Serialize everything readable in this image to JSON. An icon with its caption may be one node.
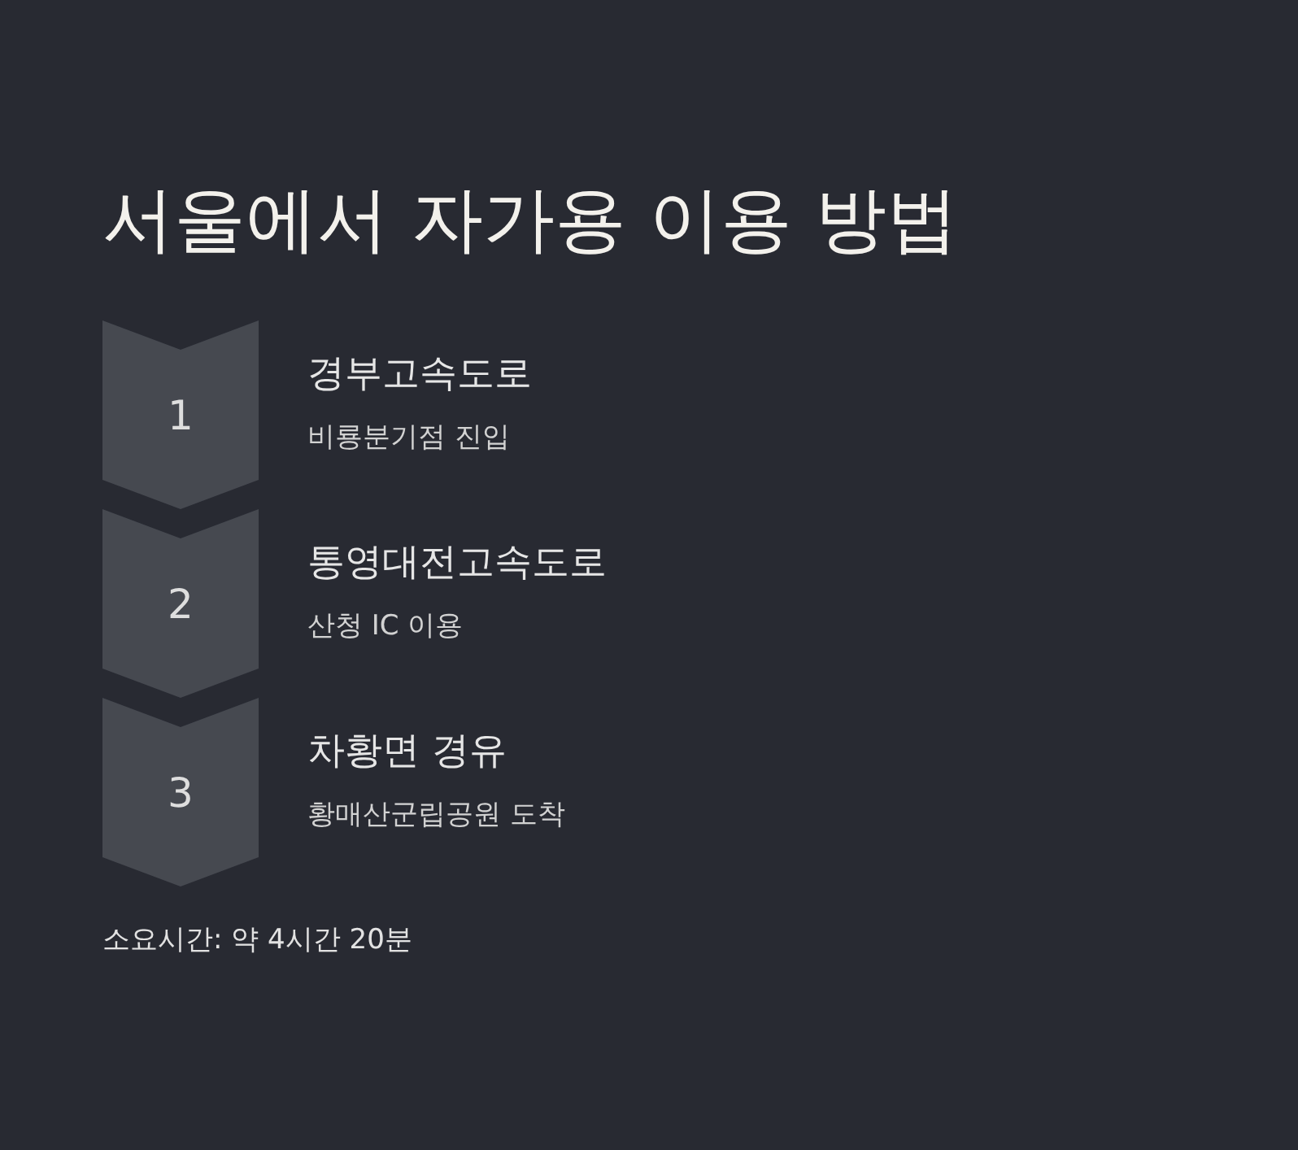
{
  "diagram": {
    "title": "서울에서 자가용 이용 방법",
    "nodes": [
      {
        "text": [
          "1"
        ],
        "beside": [
          "경부고속도로",
          "비룡분기점 진입"
        ]
      },
      {
        "text": [
          "2"
        ],
        "beside": [
          "통영대전고속도로",
          "산청 IC 이용"
        ]
      },
      {
        "text": [
          "3"
        ],
        "beside": [
          "차황면 경유",
          "황매산군립공원 도착"
        ]
      }
    ],
    "labels": [
      "소요시간: 약 4시간 20분"
    ]
  }
}
